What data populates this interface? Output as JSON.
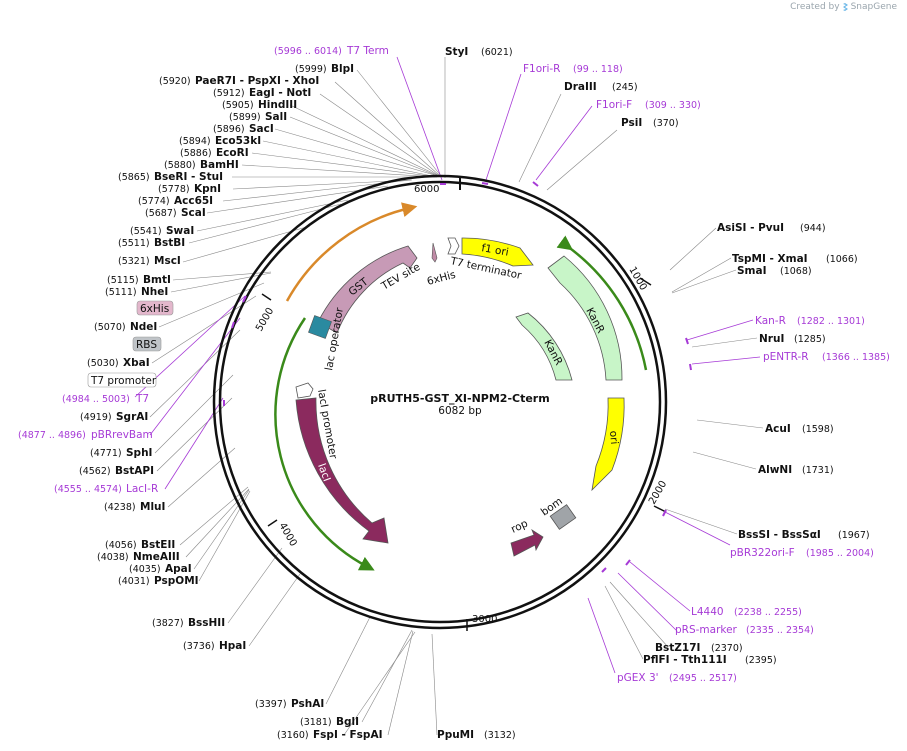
{
  "credit": {
    "text": "Created by",
    "brand": "SnapGene"
  },
  "plasmid": {
    "name": "pRUTH5-GST_XI-NPM2-Cterm",
    "length": 6082,
    "length_label": "6082 bp"
  },
  "ticks": [
    "1000",
    "2000",
    "3000",
    "4000",
    "5000",
    "6000"
  ],
  "colors": {
    "primer": "#a63ad6",
    "gst": "#c07aa2",
    "laci": "#8b2a5e",
    "kanr": "#c8f5c8",
    "ori": "#ffff00",
    "rop": "#8b2a5e",
    "bom": "#a0a4a8",
    "green_line": "#3a8a1a",
    "orange_line": "#d9892a"
  },
  "sites": [
    {
      "name": "StyI",
      "pos": "(6021)"
    },
    {
      "name": "BlpI",
      "pos": "(5999)"
    },
    {
      "name": "PaeR7I - PspXI - XhoI",
      "pos": "(5920)"
    },
    {
      "name": "EagI - NotI",
      "pos": "(5912)"
    },
    {
      "name": "HindIII",
      "pos": "(5905)"
    },
    {
      "name": "SalI",
      "pos": "(5899)"
    },
    {
      "name": "SacI",
      "pos": "(5896)"
    },
    {
      "name": "Eco53kI",
      "pos": "(5894)"
    },
    {
      "name": "EcoRI",
      "pos": "(5886)"
    },
    {
      "name": "BamHI",
      "pos": "(5880)"
    },
    {
      "name": "BseRI - StuI",
      "pos": "(5865)"
    },
    {
      "name": "KpnI",
      "pos": "(5778)"
    },
    {
      "name": "Acc65I",
      "pos": "(5774)"
    },
    {
      "name": "ScaI",
      "pos": "(5687)"
    },
    {
      "name": "SwaI",
      "pos": "(5541)"
    },
    {
      "name": "BstBI",
      "pos": "(5511)"
    },
    {
      "name": "MscI",
      "pos": "(5321)"
    },
    {
      "name": "BmtI",
      "pos": "(5115)"
    },
    {
      "name": "NheI",
      "pos": "(5111)"
    },
    {
      "name": "NdeI",
      "pos": "(5070)"
    },
    {
      "name": "XbaI",
      "pos": "(5030)"
    },
    {
      "name": "SgrAI",
      "pos": "(4919)"
    },
    {
      "name": "SphI",
      "pos": "(4771)"
    },
    {
      "name": "BstAPI",
      "pos": "(4562)"
    },
    {
      "name": "MluI",
      "pos": "(4238)"
    },
    {
      "name": "BstEII",
      "pos": "(4056)"
    },
    {
      "name": "NmeAIII",
      "pos": "(4038)"
    },
    {
      "name": "ApaI",
      "pos": "(4035)"
    },
    {
      "name": "PspOMI",
      "pos": "(4031)"
    },
    {
      "name": "BssHII",
      "pos": "(3827)"
    },
    {
      "name": "HpaI",
      "pos": "(3736)"
    },
    {
      "name": "PshAI",
      "pos": "(3397)"
    },
    {
      "name": "BglI",
      "pos": "(3181)"
    },
    {
      "name": "FspI - FspAI",
      "pos": "(3160)"
    },
    {
      "name": "PpuMI",
      "pos": "(3132)"
    },
    {
      "name": "DraIII",
      "pos": "(245)"
    },
    {
      "name": "PsiI",
      "pos": "(370)"
    },
    {
      "name": "AsiSI - PvuI",
      "pos": "(944)"
    },
    {
      "name": "TspMI - XmaI",
      "pos": "(1066)"
    },
    {
      "name": "SmaI",
      "pos": "(1068)"
    },
    {
      "name": "NruI",
      "pos": "(1285)"
    },
    {
      "name": "AcuI",
      "pos": "(1598)"
    },
    {
      "name": "AlwNI",
      "pos": "(1731)"
    },
    {
      "name": "BssSI - BssSαI",
      "pos": "(1967)"
    },
    {
      "name": "BstZ17I",
      "pos": "(2370)"
    },
    {
      "name": "PflFI - Tth111I",
      "pos": "(2395)"
    }
  ],
  "primers": [
    {
      "name": "T7 Term",
      "pos": "(5996 .. 6014)"
    },
    {
      "name": "F1ori-R",
      "pos": "(99 .. 118)"
    },
    {
      "name": "F1ori-F",
      "pos": "(309 .. 330)"
    },
    {
      "name": "T7",
      "pos": "(4984 .. 5003)"
    },
    {
      "name": "pBRrevBam",
      "pos": "(4877 .. 4896)"
    },
    {
      "name": "LacI-R",
      "pos": "(4555 .. 4574)"
    },
    {
      "name": "Kan-R",
      "pos": "(1282 .. 1301)"
    },
    {
      "name": "pENTR-R",
      "pos": "(1366 .. 1385)"
    },
    {
      "name": "pBR322ori-F",
      "pos": "(1985 .. 2004)"
    },
    {
      "name": "L4440",
      "pos": "(2238 .. 2255)"
    },
    {
      "name": "pRS-marker",
      "pos": "(2335 .. 2354)"
    },
    {
      "name": "pGEX 3'",
      "pos": "(2495 .. 2517)"
    }
  ],
  "boxes": [
    {
      "name": "6xHis"
    },
    {
      "name": "RBS"
    },
    {
      "name": "T7 promoter"
    }
  ],
  "features": [
    {
      "name": "GST"
    },
    {
      "name": "TEV site"
    },
    {
      "name": "6xHis"
    },
    {
      "name": "T7 terminator"
    },
    {
      "name": "f1 ori"
    },
    {
      "name": "KanR"
    },
    {
      "name": "KanR"
    },
    {
      "name": "ori"
    },
    {
      "name": "lac operator"
    },
    {
      "name": "lacI promoter"
    },
    {
      "name": "lacI"
    },
    {
      "name": "rop"
    },
    {
      "name": "bom"
    }
  ]
}
